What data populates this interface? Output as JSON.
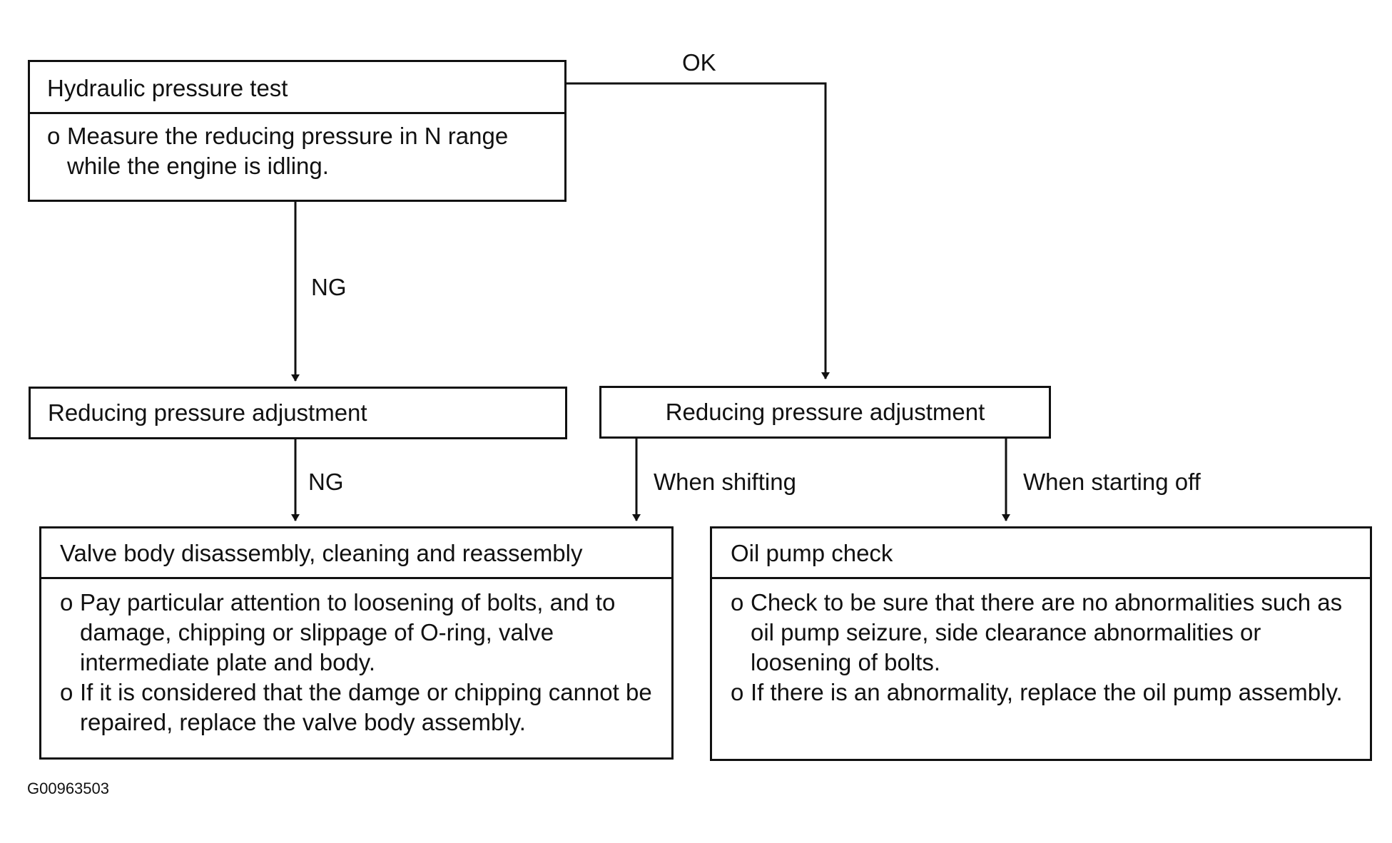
{
  "diagram": {
    "nodes": {
      "hydraulic_test": {
        "title": "Hydraulic pressure test",
        "bullets": [
          "Measure the reducing pressure in N range while the engine is idling."
        ]
      },
      "reduce_adj_left": {
        "title": "Reducing pressure adjustment"
      },
      "reduce_adj_right": {
        "title": "Reducing pressure adjustment"
      },
      "valve_body": {
        "title": "Valve body disassembly, cleaning and reassembly",
        "bullets": [
          "Pay particular attention to loosening of bolts, and to damage, chipping or slippage of O-ring, valve intermediate plate and body.",
          "If it is considered that the damge or chipping cannot be repaired, replace the valve body assembly."
        ]
      },
      "oil_pump": {
        "title": "Oil pump check",
        "bullets": [
          "Check to be sure that there are no abnormalities such as oil pump seizure, side clearance abnormalities or loosening of bolts.",
          "If there is an abnormality, replace the oil pump assembly."
        ]
      }
    },
    "edge_labels": {
      "ok": "OK",
      "ng_first": "NG",
      "ng_second": "NG",
      "when_shifting": "When shifting",
      "when_starting_off": "When starting off"
    },
    "bullet_marker": "o",
    "figure_id": "G00963503",
    "line_color": "#111111"
  }
}
